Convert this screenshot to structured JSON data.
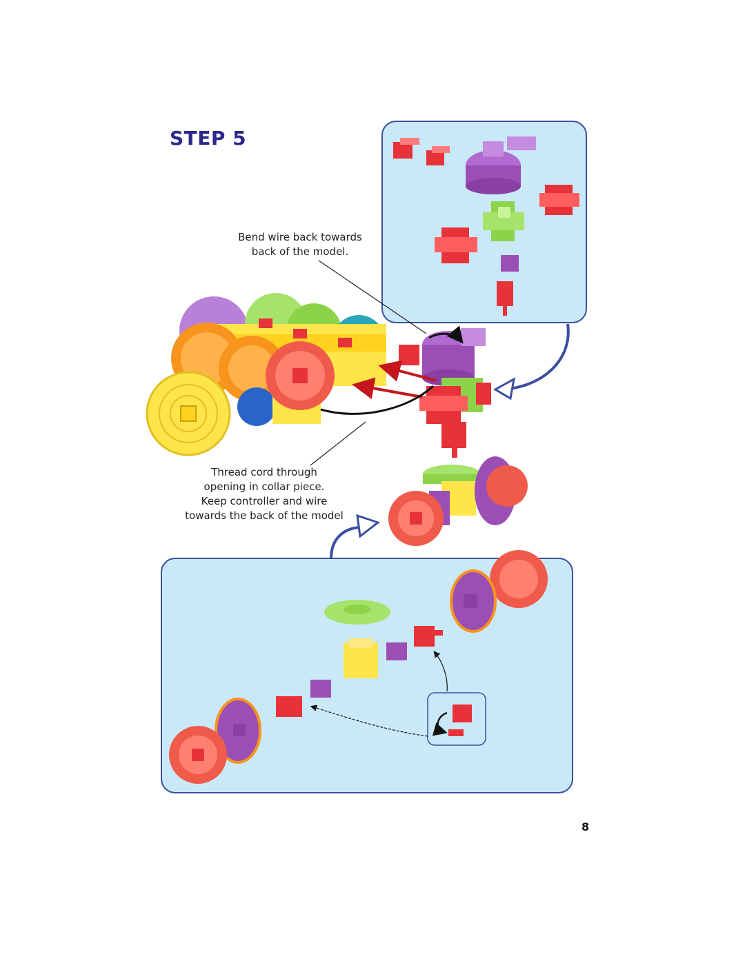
{
  "step": {
    "title": "STEP 5"
  },
  "callouts": {
    "bend_wire": [
      "Bend wire back towards",
      "back of the model."
    ],
    "thread_cord": [
      "Thread cord through",
      "opening in collar piece.",
      "Keep controller and wire",
      "towards the back of the model"
    ]
  },
  "page_number": "8",
  "colors": {
    "title": "#2b2a8c",
    "panel_fill": "#c9e9f8",
    "panel_border": "#3a4fa0",
    "gear_red": "#f05a4a",
    "gear_orange": "#f7941d",
    "gear_yellow": "#ffe54a",
    "gear_purple": "#9b4fb5",
    "gear_green": "#8cd34a",
    "gear_teal": "#2aa6b8",
    "gear_blue": "#2a64c8",
    "arrow_red": "#c4161c"
  },
  "icons": [
    "curved-rotate-arrow-icon",
    "pointer-arrow-icon"
  ]
}
